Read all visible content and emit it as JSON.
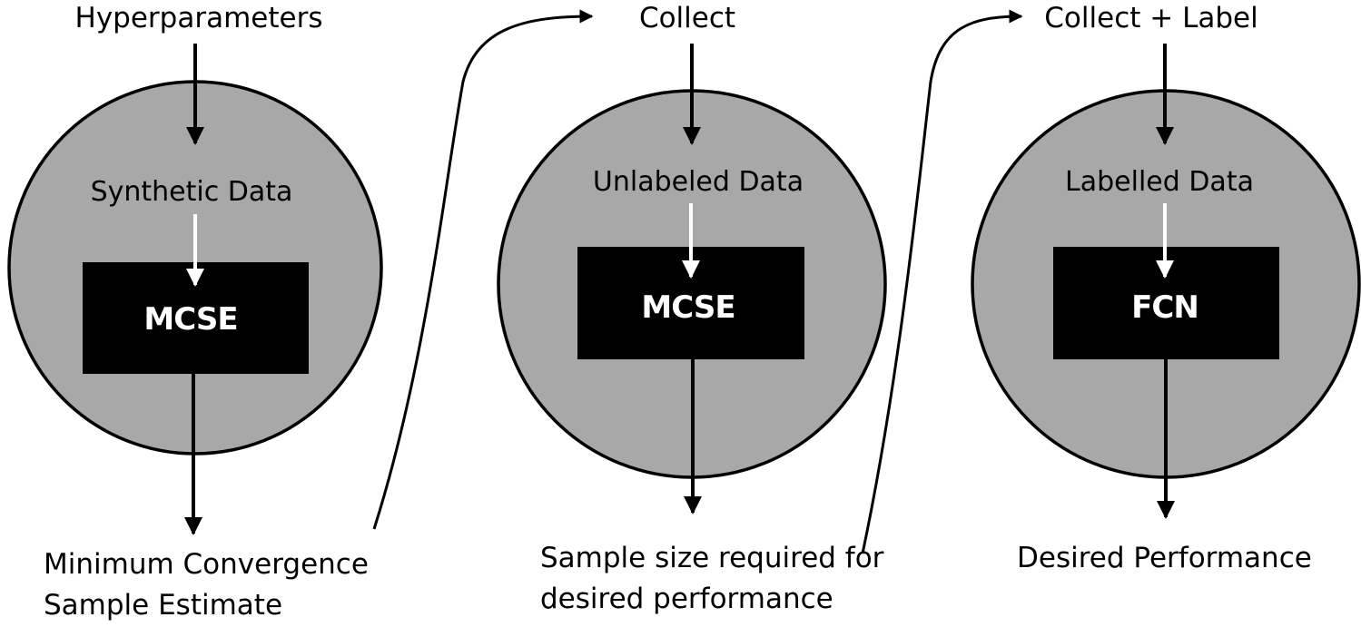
{
  "colors": {
    "circle_fill": "#a8a8a8",
    "outline": "#000000",
    "box_fill": "#000000",
    "box_text": "#ffffff",
    "inner_arrow": "#ffffff",
    "text": "#000000"
  },
  "stages": [
    {
      "top_label": "Hyperparameters",
      "data_label": "Synthetic Data",
      "model": "MCSE",
      "output_lines": [
        "Minimum Convergence",
        "Sample Estimate"
      ]
    },
    {
      "top_label": "Collect",
      "data_label": "Unlabeled Data",
      "model": "MCSE",
      "output_lines": [
        "Sample size required for",
        "desired performance"
      ]
    },
    {
      "top_label": "Collect + Label",
      "data_label": "Labelled Data",
      "model": "FCN",
      "output_lines": [
        "Desired Performance"
      ]
    }
  ]
}
